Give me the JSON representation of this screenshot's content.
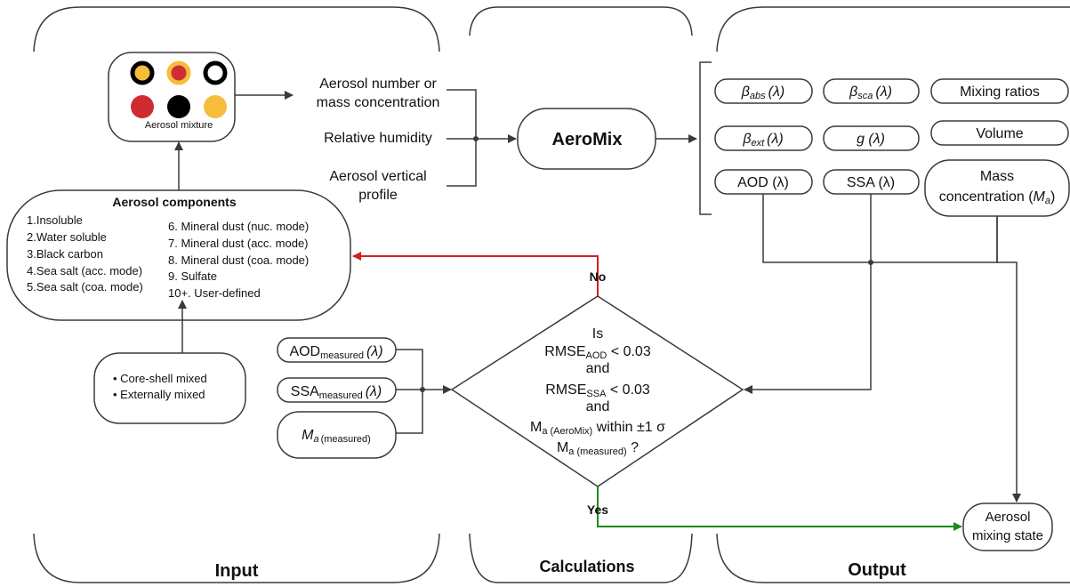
{
  "sections": {
    "input": "Input",
    "calculations": "Calculations",
    "output": "Output"
  },
  "colors": {
    "line": "#3a3a3a",
    "no_arrow": "#d41f1f",
    "yes_arrow": "#1e8a1e",
    "dot_orange": "#f6bd3b",
    "dot_red": "#cf2b33",
    "dot_black": "#000000"
  },
  "mixture": {
    "label": "Aerosol mixture",
    "particles": [
      {
        "name": "core-shell-orange-black",
        "fill": "#f6bd3b",
        "ring": "#000000"
      },
      {
        "name": "core-shell-red-orange",
        "fill": "#cf2b33",
        "ring": "#f6bd3b"
      },
      {
        "name": "core-shell-white-black",
        "fill": "#ffffff",
        "ring": "#000000"
      },
      {
        "name": "external-red",
        "fill": "#cf2b33",
        "ring": ""
      },
      {
        "name": "external-black",
        "fill": "#000000",
        "ring": ""
      },
      {
        "name": "external-orange",
        "fill": "#f6bd3b",
        "ring": ""
      }
    ]
  },
  "inputs": {
    "number_line1": "Aerosol number or",
    "number_line2": "mass concentration",
    "humidity": "Relative humidity",
    "vertical_line1": "Aerosol vertical",
    "vertical_line2": "profile"
  },
  "components": {
    "title": "Aerosol components",
    "left": [
      "1.Insoluble",
      "2.Water soluble",
      "3.Black carbon",
      "4.Sea salt (acc. mode)",
      "5.Sea salt (coa. mode)"
    ],
    "right": [
      "6. Mineral dust (nuc. mode)",
      "7. Mineral dust (acc. mode)",
      "8. Mineral dust (coa. mode)",
      "9. Sulfate",
      "10+. User-defined"
    ]
  },
  "mixing_options": [
    "• Core-shell mixed",
    "• Externally mixed"
  ],
  "measured": {
    "aod": {
      "main": "AOD",
      "sub": "measured",
      "tail": "(λ)"
    },
    "ssa": {
      "main": "SSA",
      "sub": "measured",
      "tail": "(λ)"
    },
    "ma": {
      "main": "M",
      "main_sub": "a",
      "sub": "(measured)"
    }
  },
  "aeromix": "AeroMix",
  "outputs": {
    "b_abs": {
      "main": "β",
      "sub": "abs",
      "tail": "(λ)"
    },
    "b_sca": {
      "main": "β",
      "sub": "sca",
      "tail": "(λ)"
    },
    "mixing_ratios": "Mixing ratios",
    "b_ext": {
      "main": "β",
      "sub": "ext",
      "tail": "(λ)"
    },
    "g": "g (λ)",
    "volume": "Volume",
    "aod": "AOD (λ)",
    "ssa": "SSA (λ)",
    "mass_line1": "Mass",
    "mass_line2": "concentration (",
    "mass_var": "M",
    "mass_var_sub": "a",
    "mass_close": ")"
  },
  "decision": {
    "is": "Is",
    "rmse": "RMSE",
    "rmse_aod_sub": "AOD",
    "rmse_aod_tail": " < 0.03",
    "and": "and",
    "rmse_ssa_sub": "SSA",
    "rmse_ssa_tail": " < 0.03",
    "ma": "M",
    "ma_aeromix_sub": "a (AeroMix)",
    "within": " within ±1 σ",
    "ma_meas_sub": "a (measured)",
    "question": " ?"
  },
  "branches": {
    "no": "No",
    "yes": "Yes"
  },
  "result_line1": "Aerosol",
  "result_line2": "mixing state"
}
